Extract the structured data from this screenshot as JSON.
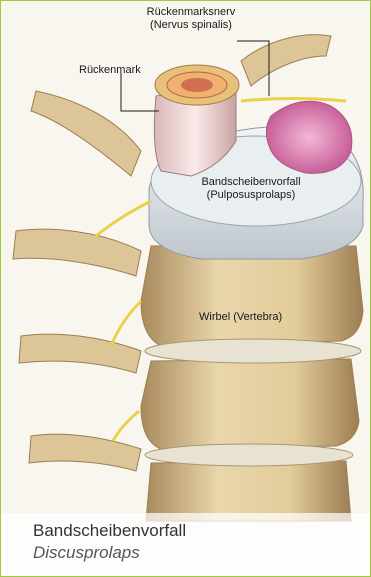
{
  "labels": {
    "nerve_line1": "Rückenmarksnerv",
    "nerve_line2": "(Nervus spinalis)",
    "spinal_cord": "Rückenmark",
    "herniation_line1": "Bandscheibenvorfall",
    "herniation_line2": "(Pulposusprolaps)",
    "vertebra": "Wirbel (Vertebra)"
  },
  "caption": {
    "title": "Bandscheibenvorfall",
    "subtitle": "Discusprolaps"
  },
  "colors": {
    "frame_border": "#9ccc3c",
    "bone": "#e6d2a6",
    "bone_shadow": "#b89868",
    "disc": "#e3e8ec",
    "nucleus": "#e08ab8",
    "nerve": "#e8d24a",
    "spinal_cord": "#f0d8d8"
  }
}
